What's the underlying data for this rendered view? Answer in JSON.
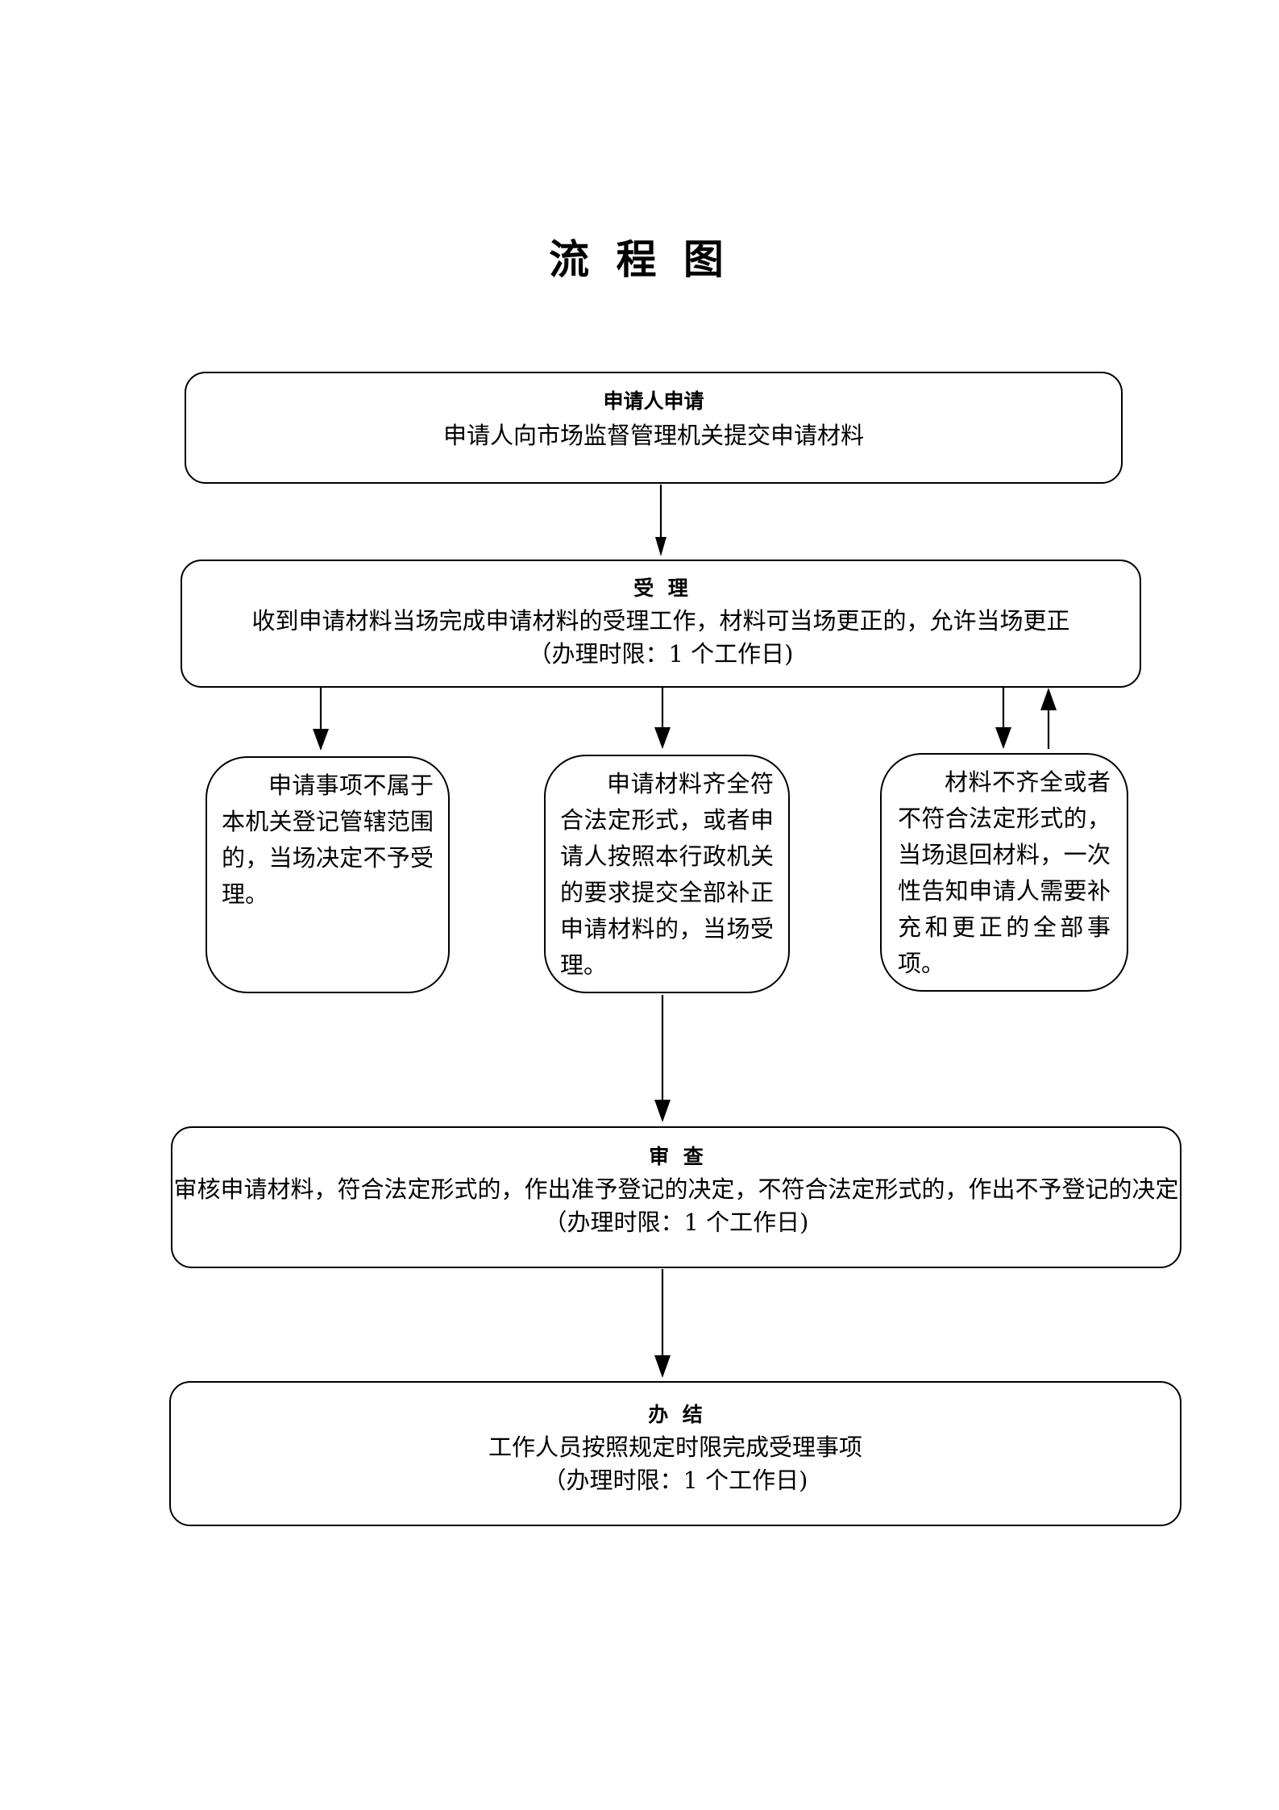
{
  "page": {
    "title": "流 程 图",
    "background_color": "#ffffff",
    "line_color": "#000000"
  },
  "flow": {
    "step1": {
      "title": "申请人申请",
      "body": "申请人向市场监督管理机关提交申请材料"
    },
    "step2": {
      "title": "受  理",
      "body": "收到申请材料当场完成申请材料的受理工作，材料可当场更正的，允许当场更正",
      "time_limit": "（办理时限：1 个工作日)"
    },
    "branch_left": {
      "body": "申请事项不属于本机关登记管辖范围的，当场决定不予受理。"
    },
    "branch_middle": {
      "body": "申请材料齐全符合法定形式，或者申请人按照本行政机关的要求提交全部补正申请材料的，当场受理。"
    },
    "branch_right": {
      "body": "材料不齐全或者不符合法定形式的，当场退回材料，一次性告知申请人需要补充和更正的全部事项。"
    },
    "step3": {
      "title": "审  查",
      "body": "审核申请材料，符合法定形式的，作出准予登记的决定，不符合法定形式的，作出不予登记的决定",
      "time_limit": "（办理时限：1 个工作日)"
    },
    "step4": {
      "title": "办  结",
      "body": "工作人员按照规定时限完成受理事项",
      "time_limit": "（办理时限：1 个工作日)"
    }
  }
}
